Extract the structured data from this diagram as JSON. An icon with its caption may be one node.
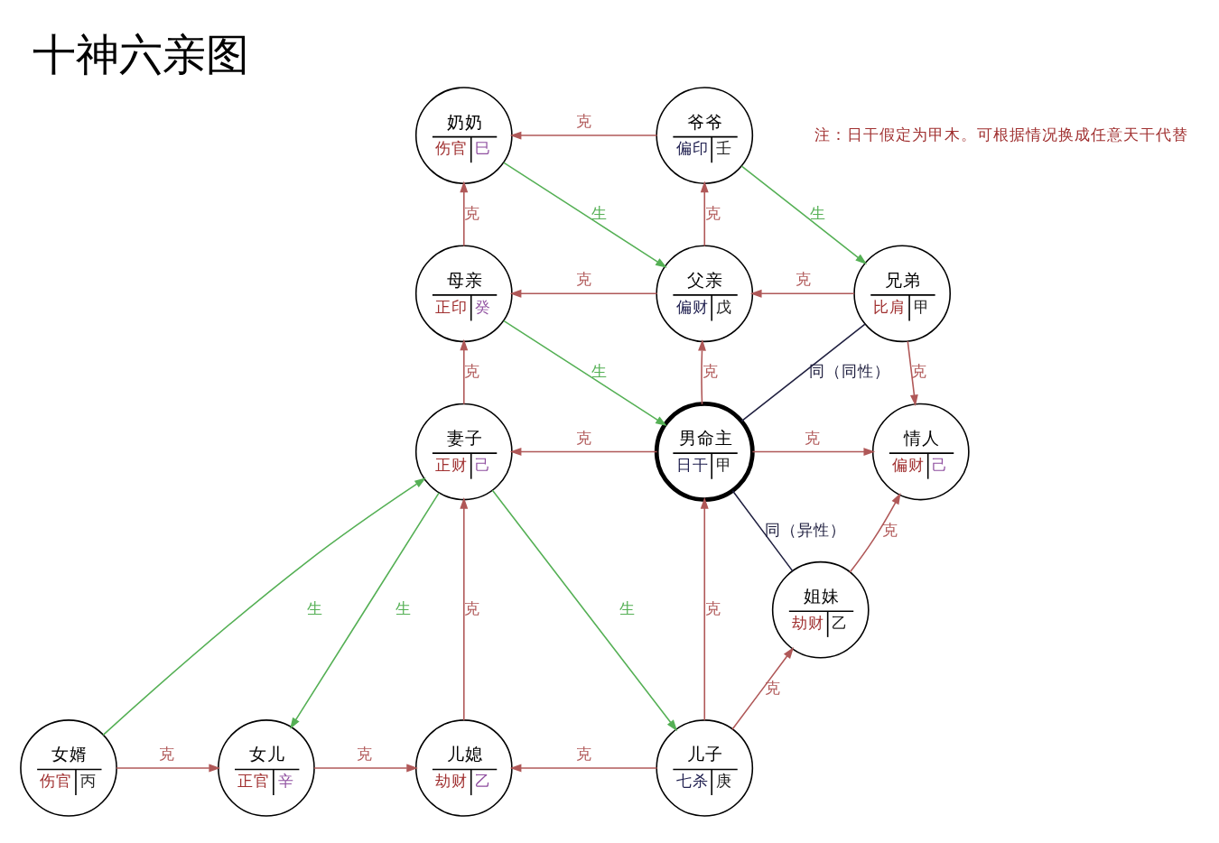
{
  "diagram": {
    "title": "十神六亲图",
    "nodes": [
      {
        "text": [
          "奶奶",
          "伤官",
          "巳"
        ]
      },
      {
        "text": [
          "爷爷",
          "偏印",
          "壬"
        ]
      },
      {
        "text": [
          "母亲",
          "正印",
          "癸"
        ]
      },
      {
        "text": [
          "父亲",
          "偏财",
          "戊"
        ]
      },
      {
        "text": [
          "兄弟",
          "比肩",
          "甲"
        ]
      },
      {
        "text": [
          "妻子",
          "正财",
          "己"
        ]
      },
      {
        "text": [
          "男命主",
          "日干",
          "甲"
        ]
      },
      {
        "text": [
          "情人",
          "偏财",
          "己"
        ]
      },
      {
        "text": [
          "姐妹",
          "劫财",
          "乙"
        ]
      },
      {
        "text": [
          "女婿",
          "伤官",
          "丙"
        ]
      },
      {
        "text": [
          "女儿",
          "正官",
          "辛"
        ]
      },
      {
        "text": [
          "儿媳",
          "劫财",
          "乙"
        ]
      },
      {
        "text": [
          "儿子",
          "七杀",
          "庚"
        ]
      }
    ],
    "edges": [
      {
        "from": 1,
        "to": 0,
        "arrow": "to",
        "label": "克"
      },
      {
        "from": 0,
        "to": 3,
        "arrow": "to",
        "label": "生",
        "color": "#55b055"
      },
      {
        "from": 3,
        "to": 1,
        "arrow": "to",
        "label": "克"
      },
      {
        "from": 1,
        "to": 4,
        "arrow": "to",
        "label": "生",
        "color": "#55b055"
      },
      {
        "from": 2,
        "to": 0,
        "arrow": "to",
        "label": "克"
      },
      {
        "from": 3,
        "to": 2,
        "arrow": "to",
        "label": "克"
      },
      {
        "from": 4,
        "to": 3,
        "arrow": "to",
        "label": "克"
      },
      {
        "from": 2,
        "to": 6,
        "arrow": "to",
        "label": "生",
        "color": "#55b055"
      },
      {
        "from": 6,
        "to": 3,
        "arrow": "to",
        "label": "克"
      },
      {
        "from": 6,
        "to": 5,
        "arrow": "to",
        "label": "克"
      },
      {
        "from": 5,
        "to": 2,
        "arrow": "to",
        "label": "克"
      },
      {
        "from": 6,
        "to": 4,
        "arrow": "none",
        "label": "同（同性）",
        "color": "#202040"
      },
      {
        "from": 6,
        "to": 7,
        "arrow": "to",
        "label": "克"
      },
      {
        "from": 6,
        "to": 8,
        "arrow": "none",
        "label": "同（异性）",
        "color": "#202040"
      },
      {
        "from": 4,
        "to": 7,
        "arrow": "to",
        "label": "克"
      },
      {
        "from": 8,
        "to": 7,
        "arrow": "to",
        "label": "克"
      },
      {
        "from": 5,
        "to": 12,
        "arrow": "to",
        "label": "生",
        "color": "#55b055"
      },
      {
        "from": 12,
        "to": 6,
        "arrow": "to",
        "label": "克"
      },
      {
        "from": 12,
        "to": 11,
        "arrow": "to",
        "label": "克"
      },
      {
        "from": 12,
        "to": 8,
        "arrow": "to",
        "label": "克"
      },
      {
        "from": 11,
        "to": 5,
        "arrow": "to",
        "label": "克"
      },
      {
        "from": 9,
        "to": 5,
        "arrow": "to",
        "label": "生",
        "color": "#55b055"
      },
      {
        "from": 5,
        "to": 10,
        "arrow": "to",
        "label": "生",
        "color": "#55b055"
      },
      {
        "from": 9,
        "to": 10,
        "arrow": "to",
        "label": "克"
      },
      {
        "from": 10,
        "to": 11,
        "arrow": "to",
        "label": "克"
      }
    ],
    "labels": [
      "注：日干假定为甲木。可根据情况换成任意天干代替"
    ]
  }
}
